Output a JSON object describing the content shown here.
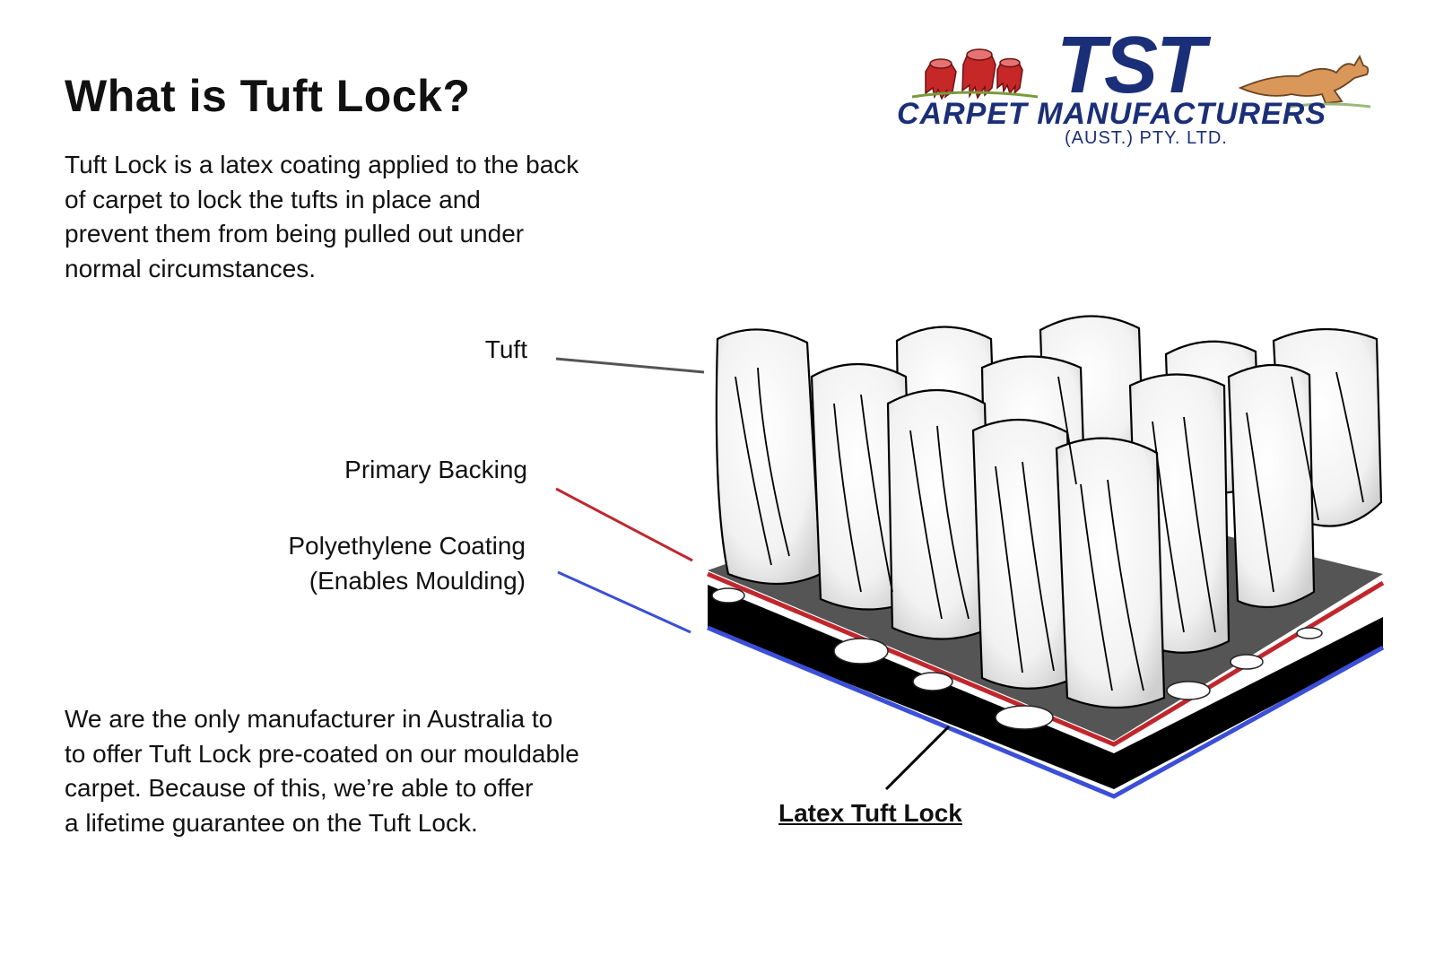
{
  "heading": "What is Tuft Lock?",
  "intro": "Tuft Lock is a latex coating applied to the back\nof carpet to lock the tufts in place and\nprevent them from being pulled out under\nnormal circumstances.",
  "outro": "We are the only manufacturer in Australia to\nto offer Tuft Lock pre-coated on our mouldable\ncarpet. Because of this, we’re able to offer\na lifetime guarantee on the Tuft Lock.",
  "logo": {
    "brand": "TST",
    "name": "CARPET MANUFACTURERS",
    "sub": "(AUST.) PTY. LTD.",
    "icons": [
      "tree-stumps-icon",
      "kangaroo-icon"
    ]
  },
  "labels": {
    "tuft": "Tuft",
    "primary_backing": "Primary Backing",
    "polyethylene": "Polyethylene Coating\n(Enables Moulding)",
    "latex": "Latex Tuft Lock"
  },
  "colors": {
    "brand_blue": "#1b2f78",
    "tuft_line": "#555555",
    "primary_backing_line": "#c0272d",
    "polyethylene_line": "#3b4fd8",
    "latex_line": "#000000"
  }
}
